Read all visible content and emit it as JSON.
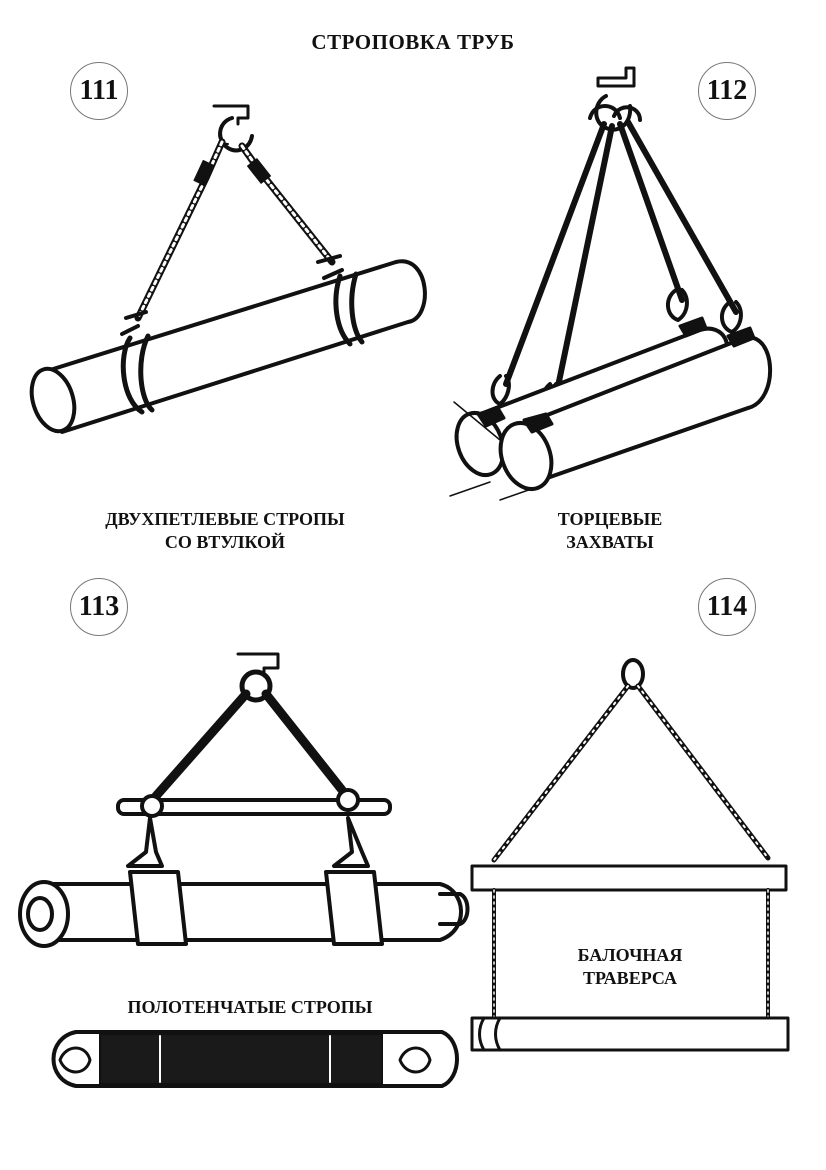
{
  "title": "СТРОПОВКА ТРУБ",
  "panels": [
    {
      "number": "111",
      "caption_lines": [
        "ДВУХПЕТЛЕВЫЕ СТРОПЫ",
        "СО ВТУЛКОЙ"
      ]
    },
    {
      "number": "112",
      "caption_lines": [
        "ТОРЦЕВЫЕ",
        "ЗАХВАТЫ"
      ]
    },
    {
      "number": "113",
      "caption_lines": [
        "ПОЛОТЕНЧАТЫЕ СТРОПЫ"
      ]
    },
    {
      "number": "114",
      "caption_lines": [
        "БАЛОЧНАЯ",
        "ТРАВЕРСА"
      ]
    }
  ]
}
